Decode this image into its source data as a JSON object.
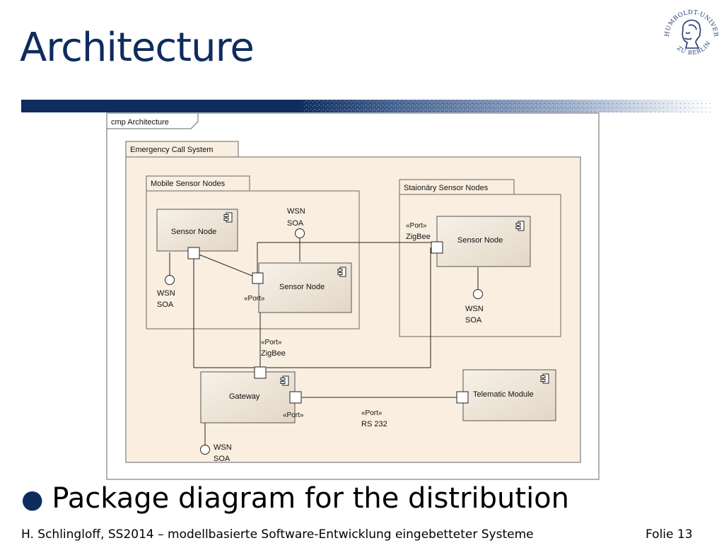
{
  "slide": {
    "title": "Architecture",
    "bullet": "Package diagram for the distribution",
    "footer_left": "H. Schlingloff, SS2014 – modellbasierte Software-Entwicklung eingebetteter Systeme",
    "footer_right": "Folie 13"
  },
  "logo": {
    "top_text": "HUMBOLDT-UNIVERSITÄT",
    "bottom_text": "ZU BERLIN"
  },
  "diagram": {
    "frame_label": "cmp Architecture",
    "system_label": "Emergency Call System",
    "mobile_label": "Mobile Sensor Nodes",
    "stationary_label": "Staionäry Sensor Nodes",
    "sensor_node_1": "Sensor Node",
    "sensor_node_2": "Sensor Node",
    "sensor_node_3": "Sensor Node",
    "gateway": "Gateway",
    "telematic": "Telematic Module",
    "wsn": "WSN",
    "soa": "SOA",
    "port": "«Port»",
    "zigbee": "ZigBee",
    "rs232": "RS 232"
  },
  "colors": {
    "title": "#0e2c5e",
    "package_fill": "#f9eee0",
    "component_fill": "#eee5d8"
  }
}
